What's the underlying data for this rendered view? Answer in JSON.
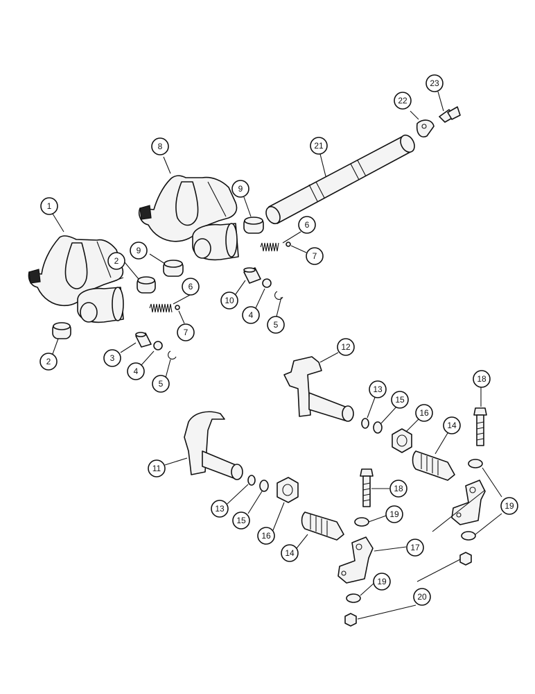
{
  "callouts": [
    {
      "label": "1"
    },
    {
      "label": "2"
    },
    {
      "label": "2"
    },
    {
      "label": "3"
    },
    {
      "label": "4"
    },
    {
      "label": "5"
    },
    {
      "label": "6"
    },
    {
      "label": "7"
    },
    {
      "label": "8"
    },
    {
      "label": "9"
    },
    {
      "label": "9"
    },
    {
      "label": "6"
    },
    {
      "label": "7"
    },
    {
      "label": "10"
    },
    {
      "label": "4"
    },
    {
      "label": "5"
    },
    {
      "label": "21"
    },
    {
      "label": "22"
    },
    {
      "label": "23"
    },
    {
      "label": "12"
    },
    {
      "label": "13"
    },
    {
      "label": "15"
    },
    {
      "label": "16"
    },
    {
      "label": "14"
    },
    {
      "label": "18"
    },
    {
      "label": "11"
    },
    {
      "label": "13"
    },
    {
      "label": "15"
    },
    {
      "label": "16"
    },
    {
      "label": "14"
    },
    {
      "label": "18"
    },
    {
      "label": "19"
    },
    {
      "label": "19"
    },
    {
      "label": "17"
    },
    {
      "label": "19"
    },
    {
      "label": "20"
    }
  ]
}
